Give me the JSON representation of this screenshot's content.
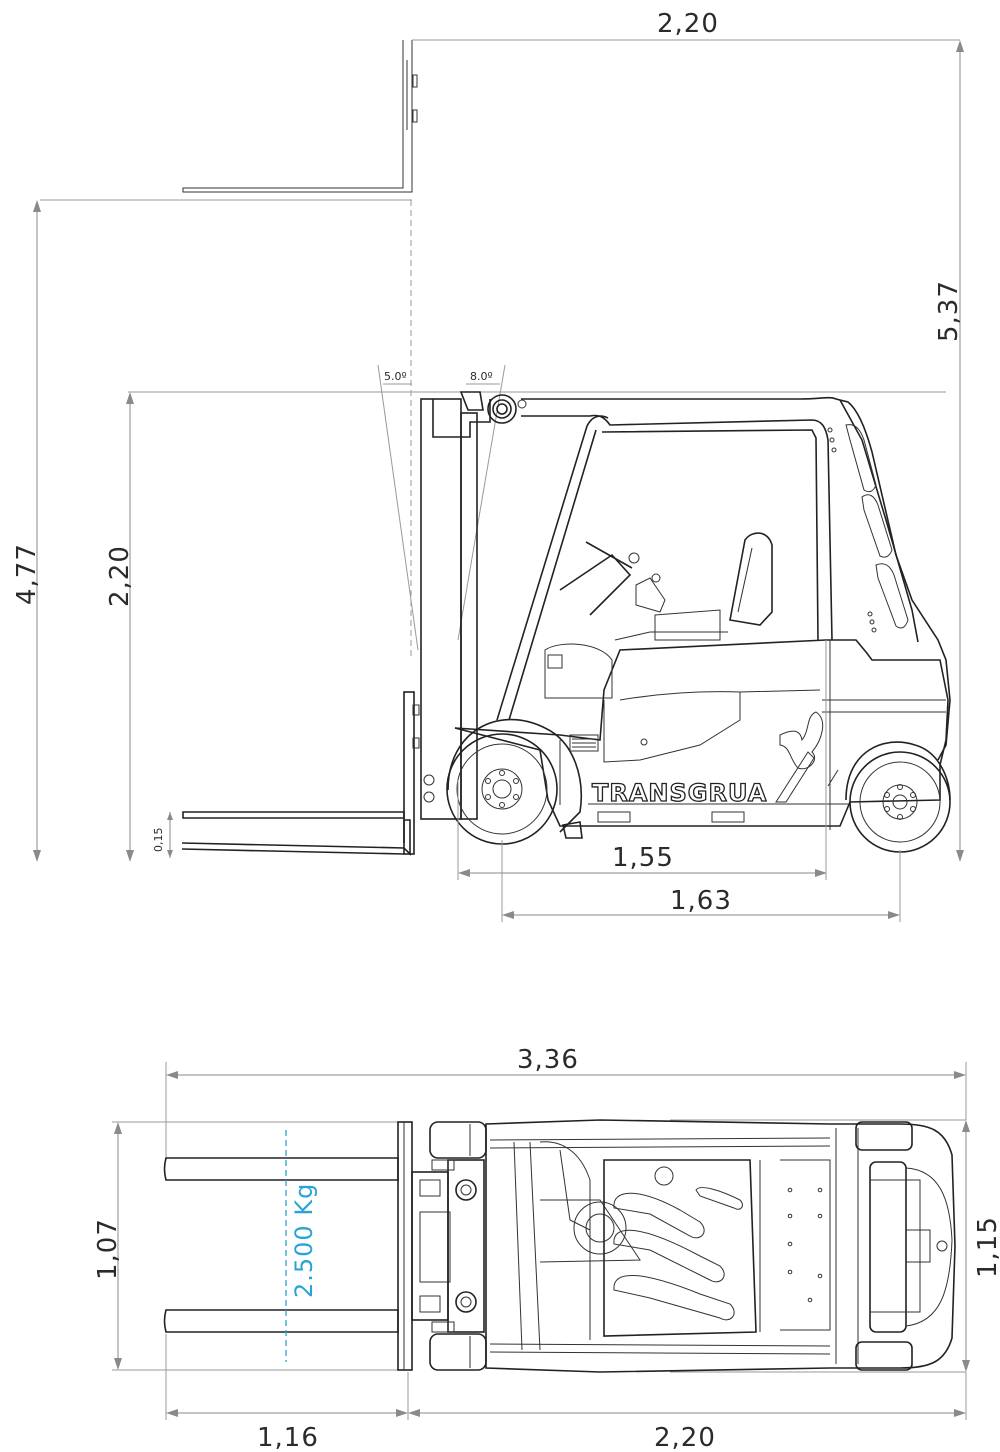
{
  "side_view": {
    "overall_length_top": "2,20",
    "total_height": "5,37",
    "lift_height": "4,77",
    "mast_height": "2,20",
    "fork_gap": "0,15",
    "tilt_forward": "5.0º",
    "tilt_backward": "8.0º",
    "wheelbase": "1,55",
    "rear_axle_dim": "1,63",
    "brand": "TRANSGRUA"
  },
  "top_view": {
    "overall_length": "3,36",
    "width_left": "1,07",
    "width_right": "1,15",
    "fork_length": "1,16",
    "body_length": "2,20",
    "capacity": "2.500 Kg"
  },
  "colors": {
    "line": "#222222",
    "dimension": "#8a8a8a",
    "capacity": "#29a3d6"
  }
}
